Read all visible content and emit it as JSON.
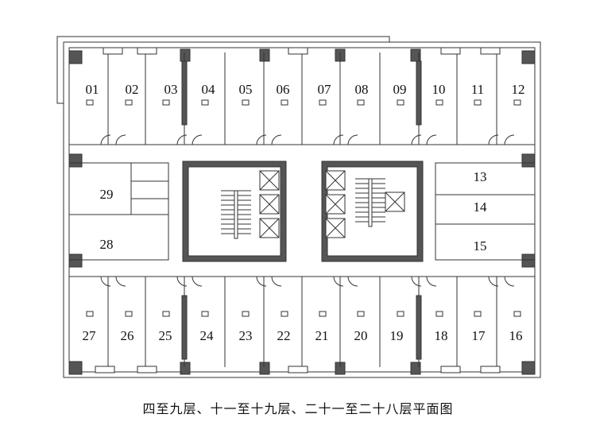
{
  "rooms_top": [
    "01",
    "02",
    "03",
    "04",
    "05",
    "06",
    "07",
    "08",
    "09",
    "10",
    "11",
    "12"
  ],
  "rooms_bottom": [
    "27",
    "26",
    "25",
    "24",
    "23",
    "22",
    "21",
    "20",
    "19",
    "18",
    "17",
    "16"
  ],
  "rooms_left": [
    "29",
    "28"
  ],
  "rooms_right": [
    "13",
    "14",
    "15"
  ],
  "caption": "四至九层、十一至十九层、二十一至二十八层平面图",
  "colors": {
    "wall": "#555555",
    "line": "#333333"
  }
}
